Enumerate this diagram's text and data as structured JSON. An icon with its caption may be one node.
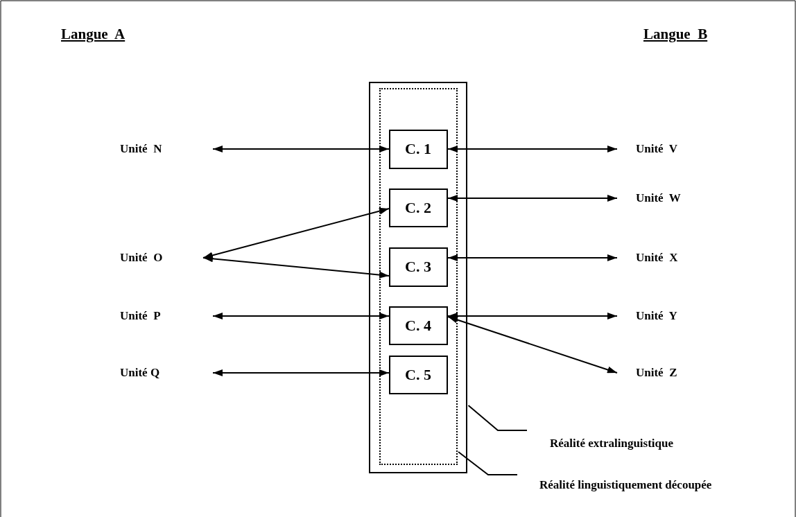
{
  "diagram": {
    "nodes": [
      {
        "text": [],
        "shape": "box"
      },
      {
        "text": [],
        "shape": "box",
        "in": 0
      },
      {
        "text": [
          "C. 1"
        ],
        "in": 1
      },
      {
        "text": [
          "C. 2"
        ],
        "in": 1
      },
      {
        "text": [
          "C. 3"
        ],
        "in": 1
      },
      {
        "text": [
          "C. 4"
        ],
        "in": 1
      },
      {
        "text": [
          "C. 5"
        ],
        "in": 1
      },
      {
        "text": [
          "Unité  N"
        ]
      },
      {
        "text": [
          "Unité  O"
        ]
      },
      {
        "text": [
          "Unité  P"
        ]
      },
      {
        "text": [
          "Unité Q"
        ]
      },
      {
        "text": [
          "Unité  V"
        ]
      },
      {
        "text": [
          "Unité  W"
        ]
      },
      {
        "text": [
          "Unité  X"
        ]
      },
      {
        "text": [
          "Unité  Y"
        ]
      },
      {
        "text": [
          "Unité  Z"
        ]
      },
      {
        "text": [
          "Réalité extralinguistique"
        ]
      },
      {
        "text": [
          "Réalité linguistiquement découpée"
        ]
      }
    ],
    "edges": [
      {
        "from": 7,
        "to": 2,
        "arrow": "both"
      },
      {
        "from": 8,
        "to": 3,
        "arrow": "both"
      },
      {
        "from": 8,
        "to": 4,
        "arrow": "both"
      },
      {
        "from": 9,
        "to": 5,
        "arrow": "both"
      },
      {
        "from": 10,
        "to": 6,
        "arrow": "both"
      },
      {
        "from": 2,
        "to": 11,
        "arrow": "both"
      },
      {
        "from": 3,
        "to": 12,
        "arrow": "both"
      },
      {
        "from": 4,
        "to": 13,
        "arrow": "both"
      },
      {
        "from": 5,
        "to": 14,
        "arrow": "both"
      },
      {
        "from": 5,
        "to": 15,
        "arrow": "both"
      },
      {
        "from": 16,
        "to": 0,
        "arrow": "none"
      },
      {
        "from": 17,
        "to": 1,
        "arrow": "none"
      }
    ],
    "labels": [
      "Langue  A",
      "Langue  B"
    ]
  }
}
